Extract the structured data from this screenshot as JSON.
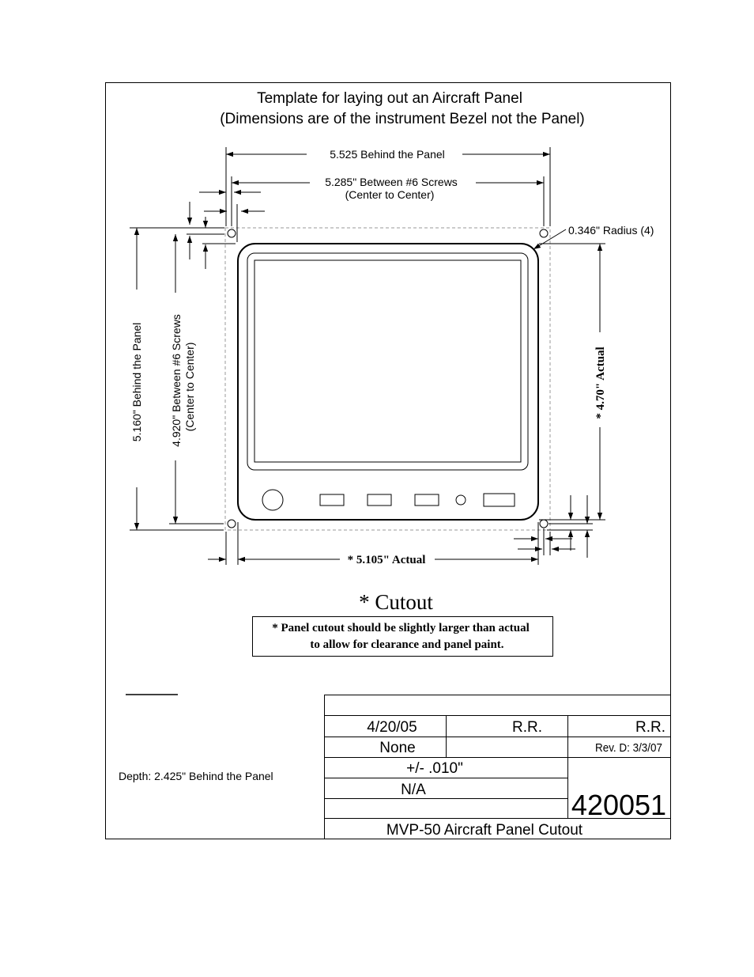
{
  "title": {
    "line1": "Template for laying out an Aircraft Panel",
    "line2": "(Dimensions are of the instrument Bezel not the Panel)"
  },
  "dimensions": {
    "behind_width": "5.525 Behind the Panel",
    "screw_width_line1": "5.285\" Between #6 Screws",
    "screw_width_line2": "(Center to Center)",
    "radius": "0.346\" Radius (4)",
    "behind_height": "5.160\"  Behind the Panel",
    "screw_height_line1": "4.920\" Between #6 Screws",
    "screw_height_line2": "(Center to Center)",
    "actual_height": "* 4.70\" Actual",
    "actual_width": "* 5.105\" Actual"
  },
  "cutout": {
    "heading": "* Cutout",
    "note_line1": "* Panel cutout should be slightly larger than actual",
    "note_line2": "to allow for clearance and panel paint."
  },
  "notes": {
    "depth": "Depth:  2.425\" Behind the Panel"
  },
  "title_block": {
    "date": "4/20/05",
    "drawn_by": "R.R.",
    "approved_by": "R.R.",
    "scale": "None",
    "revision": "Rev. D: 3/3/07",
    "tolerance": "+/- .010\"",
    "material": "N/A",
    "drawing_number": "420051",
    "drawing_title": "MVP-50 Aircraft Panel Cutout"
  }
}
